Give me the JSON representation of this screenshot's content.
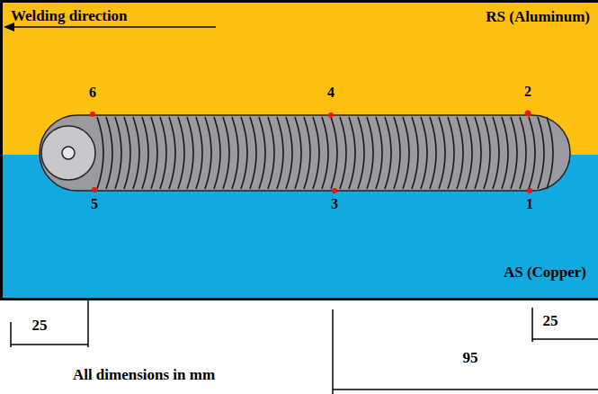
{
  "diagram": {
    "labels": [
      "Welding direction",
      "RS (Aluminum)",
      "6",
      "4",
      "2",
      "5",
      "3",
      "1",
      "AS (Copper)",
      "25",
      "25",
      "95",
      "All dimensions in mm"
    ]
  }
}
